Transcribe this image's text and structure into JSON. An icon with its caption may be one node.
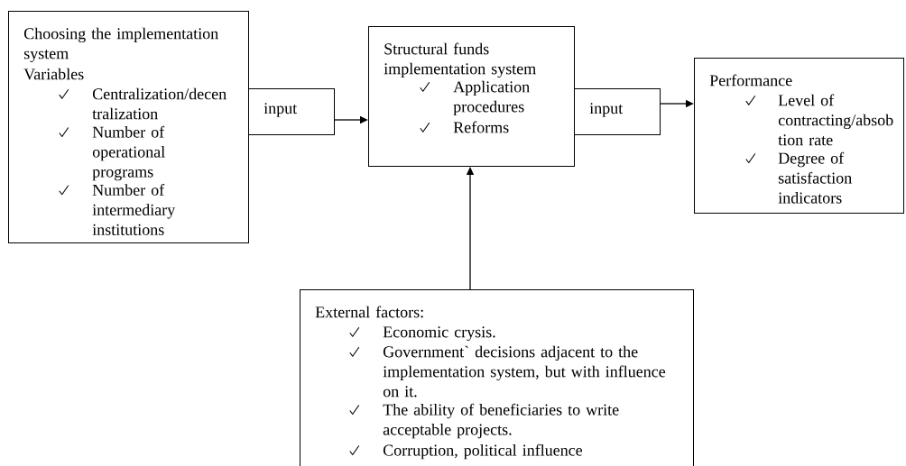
{
  "diagram": {
    "nodes": [
      {
        "text": [
          "Choosing the implementation system",
          "Variables",
          "Centralization/decen tralization",
          "Number of operational programs",
          "Number of intermediary institutions"
        ]
      },
      {
        "text": [
          "input"
        ]
      },
      {
        "text": [
          "Structural funds implementation system",
          "Application procedures",
          "Reforms"
        ]
      },
      {
        "text": [
          "input"
        ]
      },
      {
        "text": [
          "Performance",
          "Level of contracting/absob tion rate",
          "Degree of satisfaction indicators"
        ]
      },
      {
        "text": [
          "External factors:",
          "Economic crysis.",
          "Government` decisions adjacent to the implementation system, but with influence on it.",
          "The ability of beneficiaries to write acceptable projects.",
          "Corruption, political influence"
        ]
      }
    ],
    "edges": [
      {
        "from": 1,
        "to": 2,
        "arrow": "to"
      },
      {
        "from": 3,
        "to": 4,
        "arrow": "to"
      },
      {
        "from": 5,
        "to": 2,
        "arrow": "to"
      }
    ]
  }
}
